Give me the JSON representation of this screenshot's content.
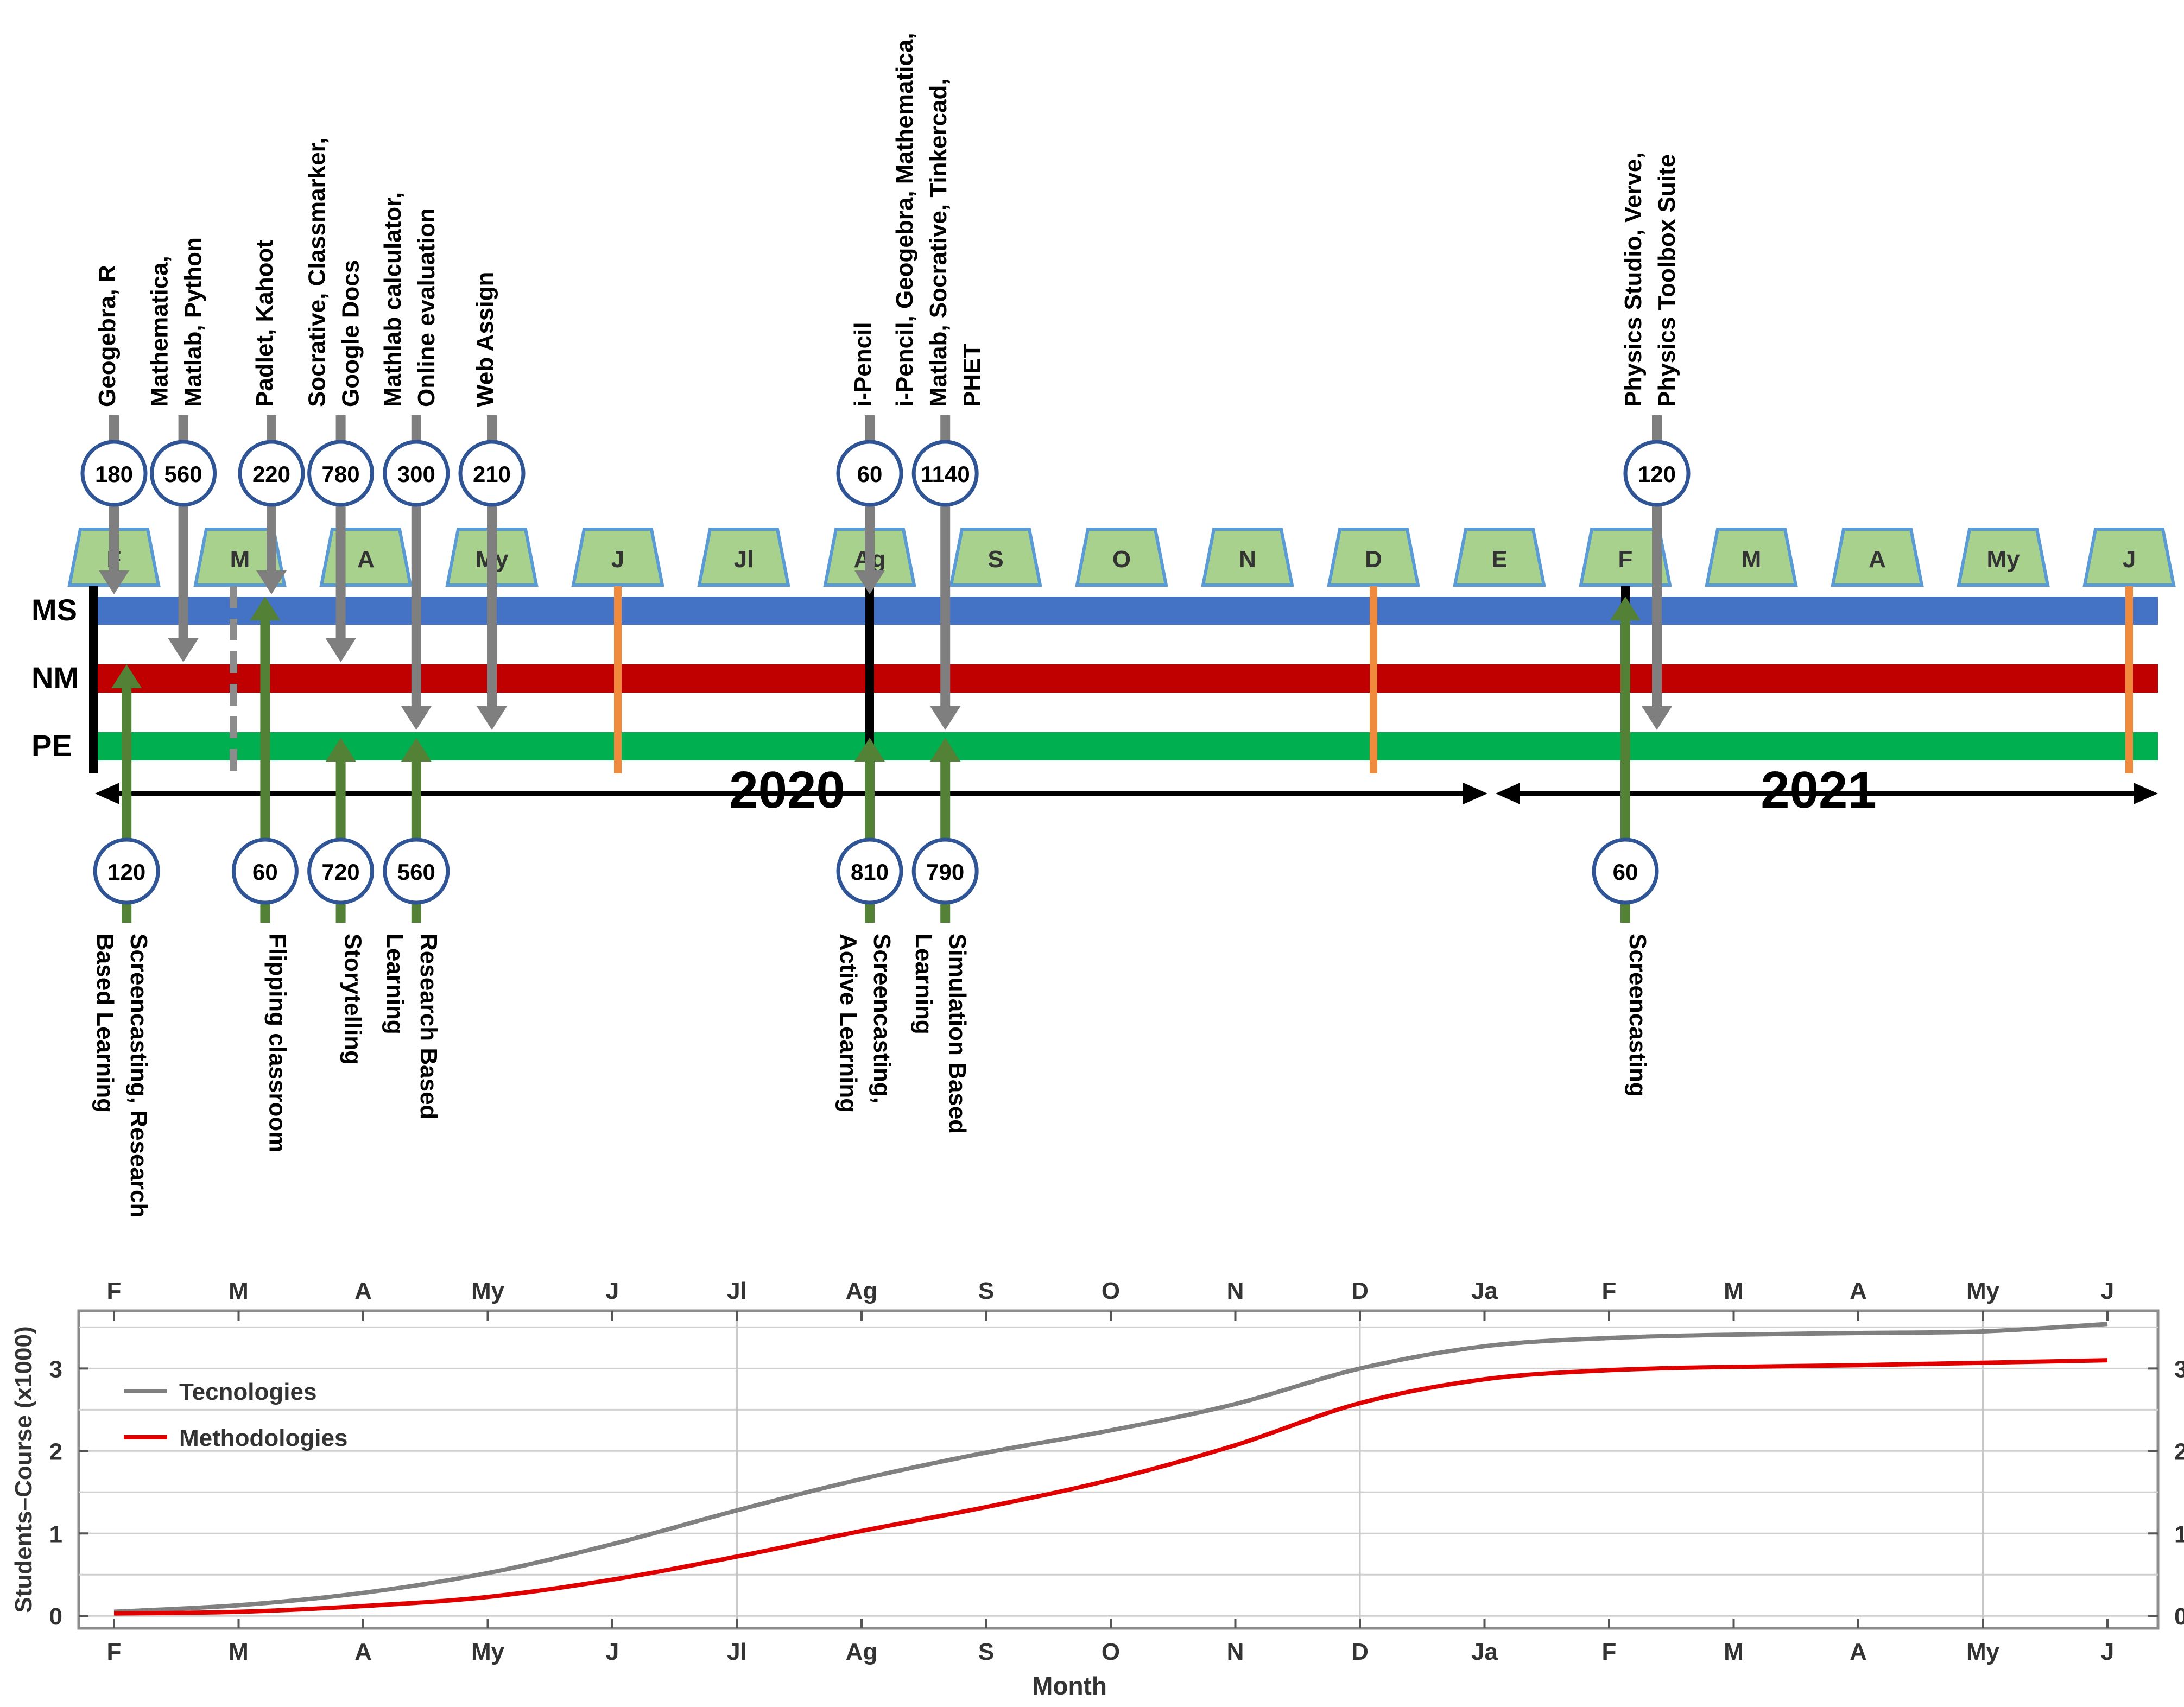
{
  "timeline": {
    "months": [
      "F",
      "M",
      "A",
      "My",
      "J",
      "Jl",
      "Ag",
      "S",
      "O",
      "N",
      "D",
      "E",
      "F",
      "M",
      "A",
      "My",
      "J"
    ],
    "month_colors": {
      "fill": "#a9d18e",
      "stroke": "#5b9bd5"
    },
    "bands": [
      {
        "label": "MS",
        "color": "#4472c4"
      },
      {
        "label": "NM",
        "color": "#c00000"
      },
      {
        "label": "PE",
        "color": "#00b050"
      }
    ],
    "period_markers": [
      {
        "month_index": 0,
        "kind": "semester-start",
        "color": "#000000"
      },
      {
        "month_index": 1,
        "kind": "dashed",
        "color": "#8c8c8c"
      },
      {
        "month_index": 4,
        "kind": "semester-end",
        "color": "#f08a3c"
      },
      {
        "month_index": 6,
        "kind": "semester-start",
        "color": "#000000"
      },
      {
        "month_index": 10,
        "kind": "semester-end",
        "color": "#f08a3c"
      },
      {
        "month_index": 12,
        "kind": "semester-start",
        "color": "#000000"
      },
      {
        "month_index": 16,
        "kind": "semester-end",
        "color": "#f08a3c"
      }
    ],
    "years": [
      {
        "label": "2020",
        "from_month": 0,
        "to_month": 11
      },
      {
        "label": "2021",
        "from_month": 11,
        "to_month": 16
      }
    ],
    "technologies": [
      {
        "month": 0,
        "value": "180",
        "target": "MS",
        "label_lines": [
          "Geogebra, R"
        ]
      },
      {
        "month": 0.55,
        "value": "560",
        "target": "NM",
        "label_lines": [
          "Mathematica,",
          "Matlab, Python"
        ]
      },
      {
        "month": 1.25,
        "value": "220",
        "target": "MS",
        "label_lines": [
          "Padlet, Kahoot"
        ]
      },
      {
        "month": 1.8,
        "value": "780",
        "target": "NM",
        "label_lines": [
          "Socrative, Classmarker,",
          "Google Docs"
        ]
      },
      {
        "month": 2.4,
        "value": "300",
        "target": "PE",
        "label_lines": [
          "Mathlab calculator,",
          "Online evaluation"
        ]
      },
      {
        "month": 3.0,
        "value": "210",
        "target": "PE",
        "label_lines": [
          "Web Assign"
        ]
      },
      {
        "month": 6.0,
        "value": "60",
        "target": "MS",
        "label_lines": [
          "i-Pencil"
        ]
      },
      {
        "month": 6.6,
        "value": "1140",
        "target": "PE",
        "label_lines": [
          "i-Pencil, Geogebra, Mathematica,",
          "Matlab, Socrative, Tinkercad,",
          "PHET"
        ]
      },
      {
        "month": 12.25,
        "value": "120",
        "target": "PE",
        "label_lines": [
          "Physics Studio, Verve,",
          "Physics Toolbox Suite"
        ]
      }
    ],
    "methodologies": [
      {
        "month": 0.1,
        "value": "120",
        "target": "NM",
        "label_lines": [
          "Screencasting, Research",
          "Based Learning"
        ]
      },
      {
        "month": 1.2,
        "value": "60",
        "target": "MS",
        "label_lines": [
          "Flipping classroom"
        ]
      },
      {
        "month": 1.8,
        "value": "720",
        "target": "PE",
        "label_lines": [
          "Storytelling"
        ]
      },
      {
        "month": 2.4,
        "value": "560",
        "target": "PE",
        "label_lines": [
          "Research Based",
          "Learning"
        ]
      },
      {
        "month": 6.0,
        "value": "810",
        "target": "PE",
        "label_lines": [
          "Screencasting,",
          "Active Learning"
        ]
      },
      {
        "month": 6.6,
        "value": "790",
        "target": "PE",
        "label_lines": [
          "Simulation Based",
          "Learning"
        ]
      },
      {
        "month": 12.0,
        "value": "60",
        "target": "MS",
        "label_lines": [
          "Screencasting"
        ]
      }
    ],
    "arrow_colors": {
      "technology": "#7f7f7f",
      "methodology": "#538135",
      "circle_stroke": "#2f5597"
    }
  },
  "chart_data": {
    "type": "line",
    "x": [
      "F",
      "M",
      "A",
      "My",
      "J",
      "Jl",
      "Ag",
      "S",
      "O",
      "N",
      "D",
      "Ja",
      "F",
      "M",
      "A",
      "My",
      "J"
    ],
    "xlabel": "Month",
    "ylabel": "Students–Course (x1000)",
    "ylim": [
      -0.15,
      3.7
    ],
    "yticks": [
      0,
      1,
      2,
      3
    ],
    "grid": true,
    "legend_position": "top-left",
    "series": [
      {
        "name": "Tecnologies",
        "color": "#808080",
        "values": [
          0.05,
          0.13,
          0.28,
          0.52,
          0.87,
          1.28,
          1.66,
          1.98,
          2.25,
          2.57,
          3.0,
          3.27,
          3.37,
          3.41,
          3.43,
          3.45,
          3.54
        ]
      },
      {
        "name": "Methodologies",
        "color": "#e00000",
        "values": [
          0.03,
          0.05,
          0.12,
          0.23,
          0.44,
          0.72,
          1.03,
          1.32,
          1.65,
          2.07,
          2.58,
          2.87,
          2.98,
          3.02,
          3.04,
          3.07,
          3.1
        ]
      }
    ]
  }
}
